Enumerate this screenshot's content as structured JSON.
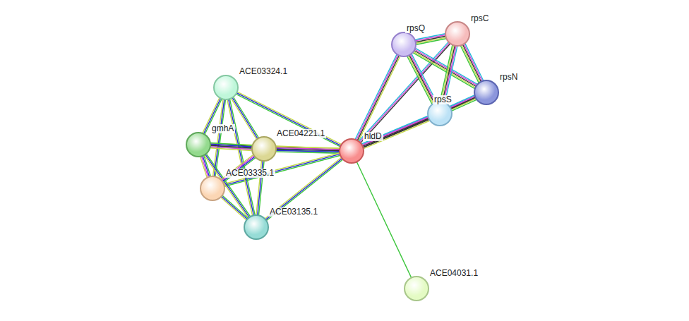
{
  "diagram": {
    "nodes": [
      {
        "text": [
          "hldD"
        ]
      },
      {
        "text": [
          "rpsQ"
        ]
      },
      {
        "text": [
          "rpsC"
        ]
      },
      {
        "text": [
          "rpsN"
        ]
      },
      {
        "text": [
          "rpsS"
        ]
      },
      {
        "text": [
          "ACE03324.1"
        ]
      },
      {
        "text": [
          "gmhA"
        ]
      },
      {
        "text": [
          "ACE04221.1"
        ]
      },
      {
        "text": [
          "ACE03335.1"
        ]
      },
      {
        "text": [
          "ACE03135.1"
        ]
      },
      {
        "text": [
          "ACE04031.1"
        ]
      }
    ],
    "edges": [
      {
        "from": 0,
        "to": 1,
        "arrow": "none"
      },
      {
        "from": 0,
        "to": 2,
        "arrow": "none"
      },
      {
        "from": 0,
        "to": 3,
        "arrow": "none"
      },
      {
        "from": 0,
        "to": 4,
        "arrow": "none"
      },
      {
        "from": 1,
        "to": 2,
        "arrow": "none"
      },
      {
        "from": 1,
        "to": 3,
        "arrow": "none"
      },
      {
        "from": 1,
        "to": 4,
        "arrow": "none"
      },
      {
        "from": 2,
        "to": 3,
        "arrow": "none"
      },
      {
        "from": 2,
        "to": 4,
        "arrow": "none"
      },
      {
        "from": 4,
        "to": 3,
        "arrow": "none"
      },
      {
        "from": 0,
        "to": 5,
        "arrow": "none"
      },
      {
        "from": 0,
        "to": 6,
        "arrow": "none"
      },
      {
        "from": 0,
        "to": 7,
        "arrow": "none"
      },
      {
        "from": 0,
        "to": 8,
        "arrow": "none"
      },
      {
        "from": 0,
        "to": 9,
        "arrow": "none"
      },
      {
        "from": 0,
        "to": 10,
        "arrow": "none"
      },
      {
        "from": 5,
        "to": 6,
        "arrow": "none"
      },
      {
        "from": 5,
        "to": 7,
        "arrow": "none"
      },
      {
        "from": 5,
        "to": 8,
        "arrow": "none"
      },
      {
        "from": 5,
        "to": 9,
        "arrow": "none"
      },
      {
        "from": 6,
        "to": 7,
        "arrow": "none"
      },
      {
        "from": 6,
        "to": 8,
        "arrow": "none"
      },
      {
        "from": 6,
        "to": 9,
        "arrow": "none"
      },
      {
        "from": 7,
        "to": 8,
        "arrow": "none"
      },
      {
        "from": 7,
        "to": 9,
        "arrow": "none"
      },
      {
        "from": 8,
        "to": 9,
        "arrow": "none"
      }
    ]
  }
}
